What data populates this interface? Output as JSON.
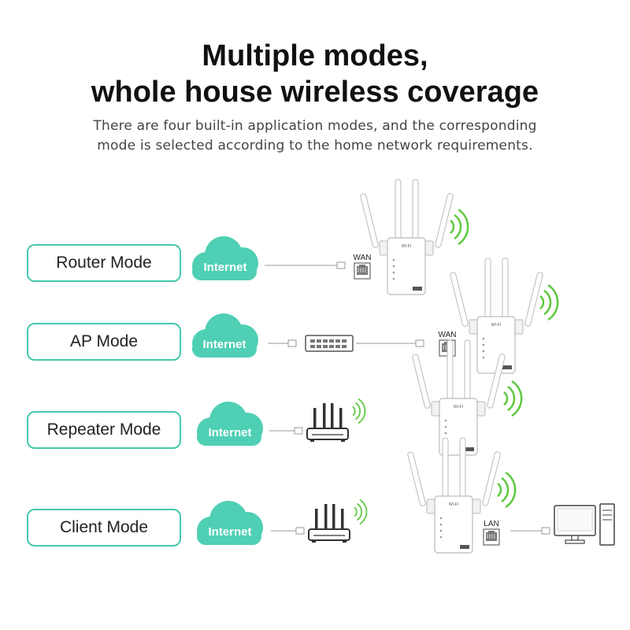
{
  "header": {
    "title_line1": "Multiple modes,",
    "title_line2": "whole house wireless coverage",
    "subtitle_line1": "There are four built-in application modes, and the corresponding",
    "subtitle_line2": "mode is selected according to the home network requirements."
  },
  "colors": {
    "accent": "#45c9ad",
    "cloud": "#4fcfb4",
    "wifi": "#5cc93c",
    "line": "#bbbbbb"
  },
  "modes": [
    {
      "label": "Router Mode",
      "cloud_text": "Internet",
      "port_label": "WAN"
    },
    {
      "label": "AP Mode",
      "cloud_text": "Internet",
      "port_label": "WAN"
    },
    {
      "label": "Repeater Mode",
      "cloud_text": "Internet"
    },
    {
      "label": "Client Mode",
      "cloud_text": "Internet",
      "port_label": "LAN"
    }
  ],
  "icons": [
    "cloud-icon",
    "ethernet-port-icon",
    "network-switch-icon",
    "router-icon",
    "wifi-extender-icon",
    "wifi-signal-icon",
    "desktop-computer-icon"
  ]
}
